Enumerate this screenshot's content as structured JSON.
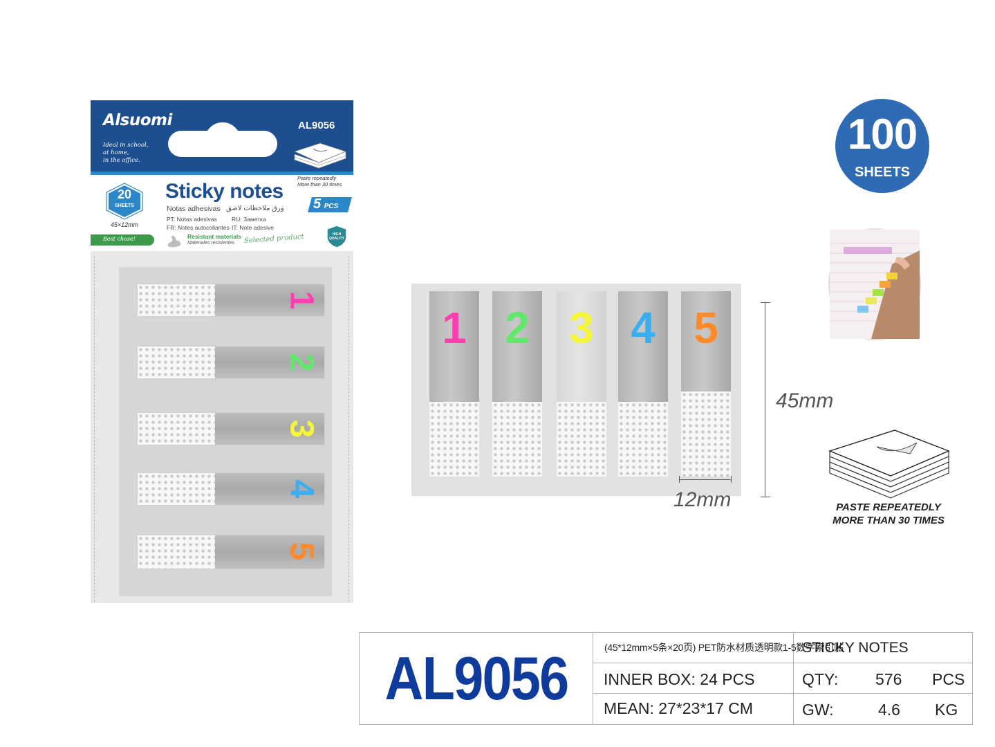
{
  "package": {
    "brand": "Alsuomi",
    "code": "AL9056",
    "tagline": [
      "Ideal in school,",
      "at home,",
      "in the office."
    ],
    "sheets_num": "20",
    "sheets_label": "SHEETS",
    "size": "45×12mm",
    "best": "Best chose!",
    "title": "Sticky notes",
    "subtitle_es": "Notas adhesivas",
    "subtitle_ar": "ورق ملاحظات لاصق",
    "pt": "PT: Notas adesivas",
    "ru": "RU: Заметка",
    "fr": "FR: Notes autocollantes",
    "it": "IT: Note adesive",
    "resistant": "Resistant materials",
    "resistant_es": "Materiales resistentes",
    "selected": "Selected product",
    "paste_small": [
      "Paste repeatedly",
      "More than 30 times"
    ],
    "pcs_num": "5",
    "pcs_label": "PCS",
    "quality": [
      "HIGH",
      "QUALITY"
    ],
    "strips": [
      {
        "n": "1",
        "color": "#ff3fb0"
      },
      {
        "n": "2",
        "color": "#5fe86a"
      },
      {
        "n": "3",
        "color": "#f5f53a"
      },
      {
        "n": "4",
        "color": "#3aaef0"
      },
      {
        "n": "5",
        "color": "#ff8a2a"
      }
    ]
  },
  "middle_strips": [
    {
      "n": "1",
      "color": "#ff3fb0"
    },
    {
      "n": "2",
      "color": "#5fe86a"
    },
    {
      "n": "3",
      "color": "#f5f53a"
    },
    {
      "n": "4",
      "color": "#3aaef0"
    },
    {
      "n": "5",
      "color": "#ff8a2a"
    }
  ],
  "dimensions": {
    "height": "45mm",
    "width": "12mm"
  },
  "sheets_badge": {
    "num": "100",
    "label": "SHEETS"
  },
  "paste_big": [
    "PASTE REPEATEDLY",
    "MORE THAN 30 TIMES"
  ],
  "table": {
    "code": "AL9056",
    "desc": "(45*12mm×5条×20页) PET防水材质透明款1-5数字索引贴",
    "type": "STICKY NOTES",
    "inner": "INNER BOX: 24  PCS",
    "qty_label": "QTY:",
    "qty_value": "576",
    "qty_unit": "PCS",
    "mean": "MEAN:  27*23*17  CM",
    "gw_label": "GW:",
    "gw_value": "4.6",
    "gw_unit": "KG"
  },
  "colors": {
    "brand_blue": "#1d4e8f",
    "badge_blue": "#2f6ab5",
    "code_blue": "#0e3b9c",
    "accent_green": "#3c9a4a"
  }
}
